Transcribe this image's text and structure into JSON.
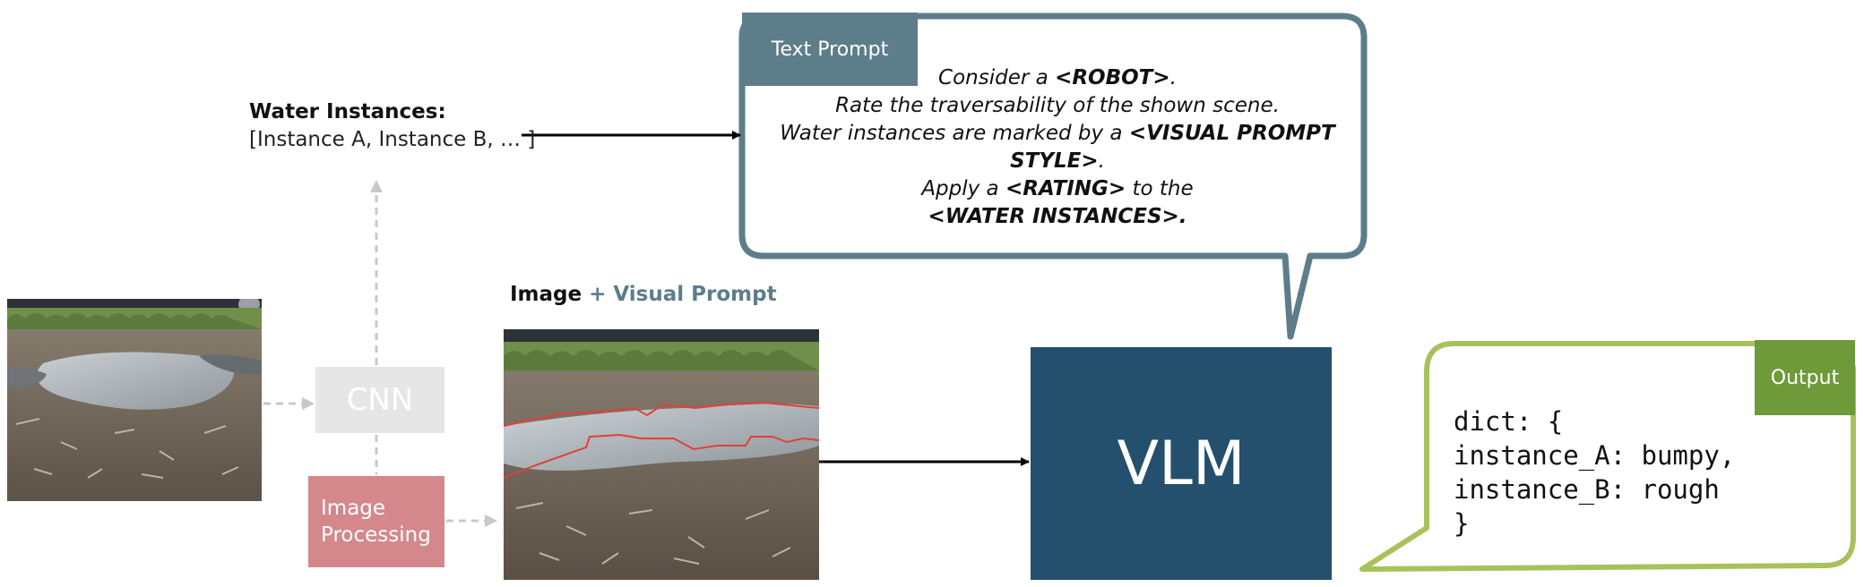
{
  "water_instances": {
    "title": "Water Instances:",
    "list": "[Instance A, Instance B, … ]"
  },
  "cnn_label": "CNN",
  "image_processing": {
    "line1": "Image",
    "line2": "Processing"
  },
  "visual_prompt_label": {
    "part1": "Image",
    "part2": " + Visual Prompt"
  },
  "text_prompt": {
    "tab": "Text Prompt",
    "line1": {
      "pre": "Consider a ",
      "bold": "<ROBOT>",
      "post": "."
    },
    "line2": "Rate the traversability of the shown scene.",
    "line3": {
      "pre": "Water instances are marked by a ",
      "bold": "<VISUAL PROMPT STYLE>",
      "post": "."
    },
    "line4": {
      "pre": "Apply a ",
      "bold": "<RATING>",
      "post": " to the"
    },
    "line5": {
      "bold": "<WATER INSTANCES>."
    }
  },
  "vlm_label": "VLM",
  "output": {
    "tab": "Output",
    "lines": [
      "dict: {",
      "instance_A: bumpy,",
      "instance_B: rough",
      "}"
    ]
  },
  "colors": {
    "slate": "#5d7d8a",
    "navy": "#24506d",
    "green": "#a9c15b",
    "green_dark": "#6e9a3a",
    "pink": "#d4888c",
    "gray": "#e6e6e6",
    "water_outline": "#e0413c"
  }
}
